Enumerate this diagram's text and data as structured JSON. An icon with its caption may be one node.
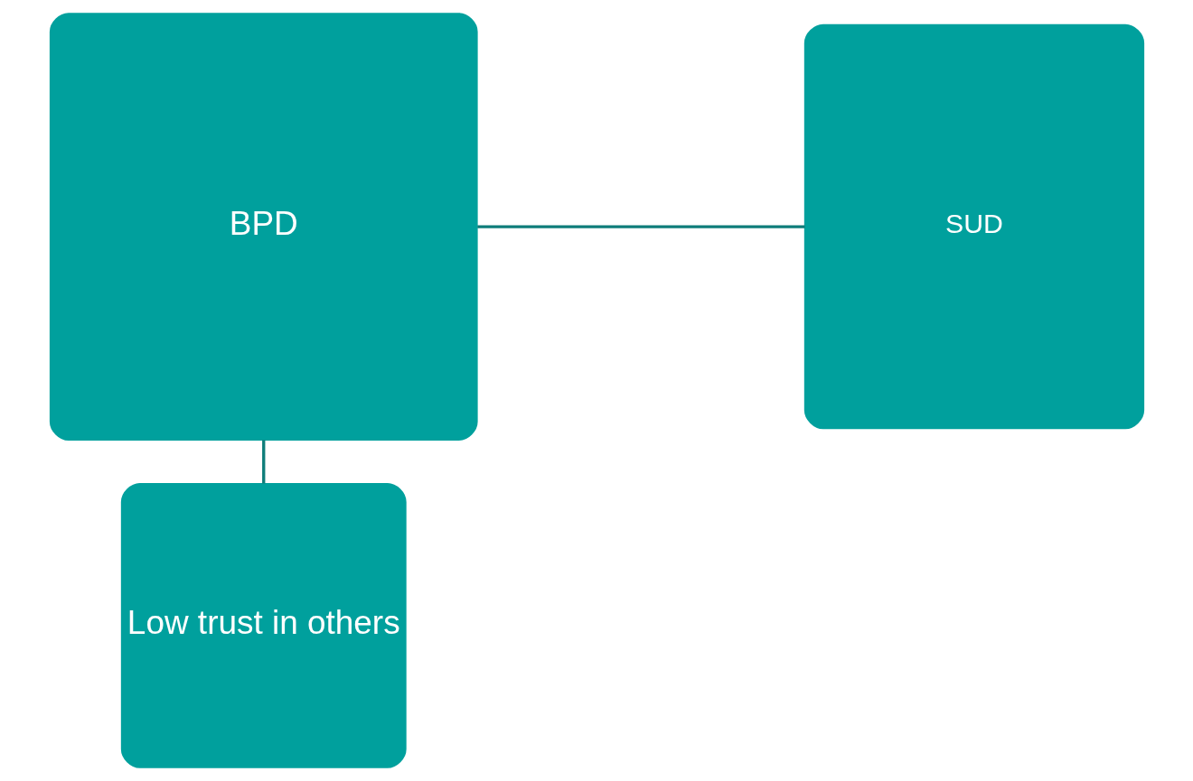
{
  "diagram": {
    "nodes": [
      {
        "text": [
          "Low trust in others"
        ]
      },
      {
        "text": [
          "BPD"
        ]
      },
      {
        "text": [
          "SUD"
        ]
      }
    ],
    "edges": [
      {
        "from": 1,
        "to": 0,
        "arrow": "none"
      },
      {
        "from": 1,
        "to": 2,
        "arrow": "none"
      }
    ]
  }
}
